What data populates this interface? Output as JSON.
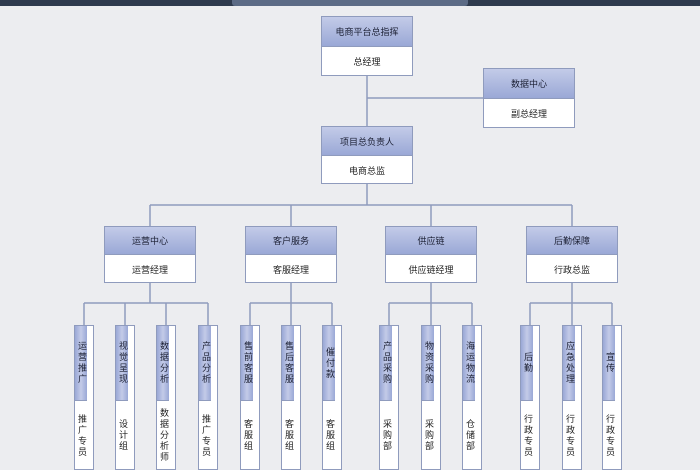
{
  "top": {
    "title": "电商平台总指挥",
    "sub": "总经理"
  },
  "data_center": {
    "title": "数据中心",
    "sub": "副总经理"
  },
  "project": {
    "title": "项目总负责人",
    "sub": "电商总监"
  },
  "departments": [
    {
      "title": "运营中心",
      "sub": "运营经理",
      "teams": [
        {
          "title": "运营推广",
          "sub": "推广专员"
        },
        {
          "title": "视觉呈现",
          "sub": "设计组"
        },
        {
          "title": "数据分析",
          "sub": "数据分析师"
        },
        {
          "title": "产品分析",
          "sub": "推广专员"
        }
      ]
    },
    {
      "title": "客户服务",
      "sub": "客服经理",
      "teams": [
        {
          "title": "售前客服",
          "sub": "客服组"
        },
        {
          "title": "售后客服",
          "sub": "客服组"
        },
        {
          "title": "催付款",
          "sub": "客服组"
        }
      ]
    },
    {
      "title": "供应链",
      "sub": "供应链经理",
      "teams": [
        {
          "title": "产品采购",
          "sub": "采购部"
        },
        {
          "title": "物资采购",
          "sub": "采购部"
        },
        {
          "title": "海运物流",
          "sub": "仓储部"
        }
      ]
    },
    {
      "title": "后勤保障",
      "sub": "行政总监",
      "teams": [
        {
          "title": "后勤",
          "sub": "行政专员"
        },
        {
          "title": "应急处理",
          "sub": "行政专员"
        },
        {
          "title": "宣传",
          "sub": "行政专员"
        }
      ]
    }
  ]
}
